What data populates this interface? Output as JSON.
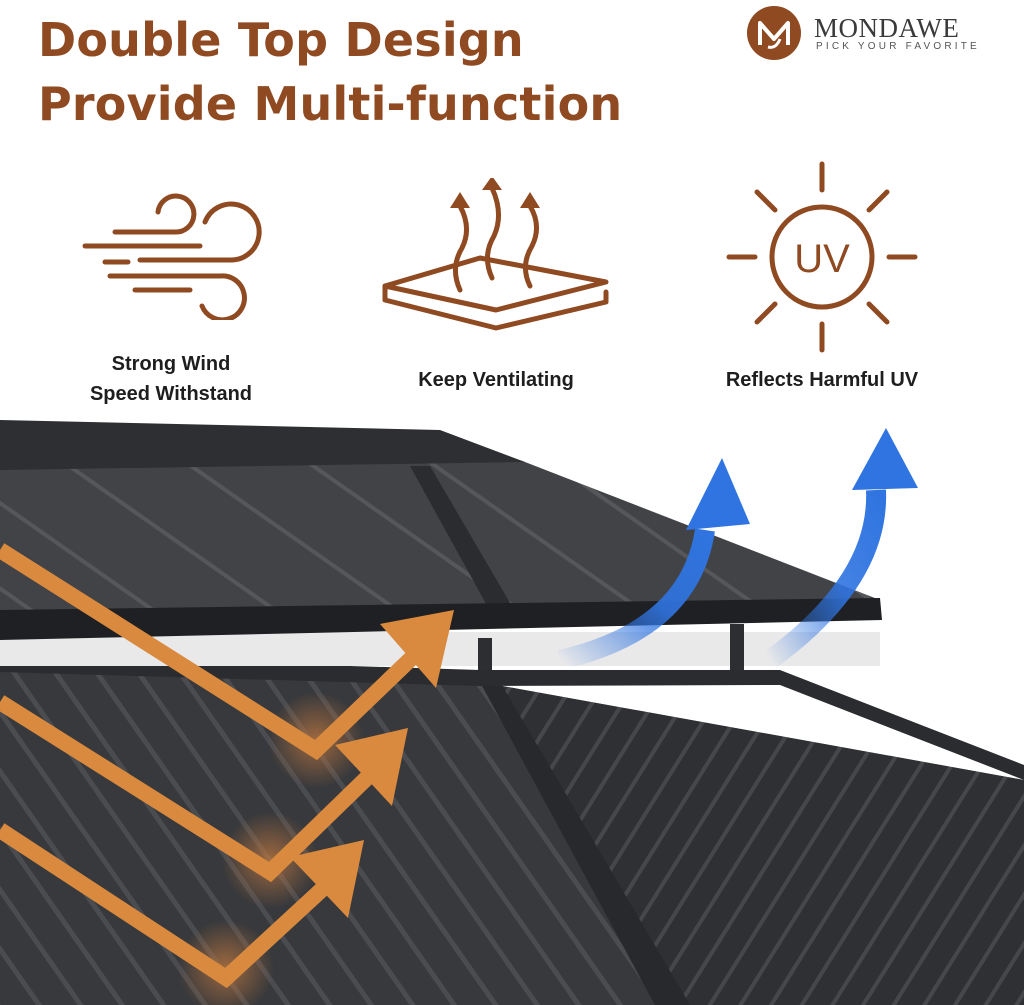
{
  "headline": {
    "line1": "Double Top Design",
    "line2": "Provide Multi-function"
  },
  "brand": {
    "name": "MONDAWE",
    "tagline": "PICK YOUR FAVORITE",
    "logo_icon": "mondawe-logo-icon"
  },
  "features": [
    {
      "icon": "wind-icon",
      "line1": "Strong Wind",
      "line2": "Speed Withstand"
    },
    {
      "icon": "ventilation-icon",
      "line1": "Keep Ventilating"
    },
    {
      "icon": "sun-uv-icon",
      "line1": "Reflects Harmful UV",
      "icon_text": "UV"
    }
  ],
  "colors": {
    "brand_brown": "#8f4a22",
    "wind_arrow_orange": "#d98a3e",
    "airflow_blue": "#2f74e0",
    "roof_gray": "#3e3f42"
  }
}
